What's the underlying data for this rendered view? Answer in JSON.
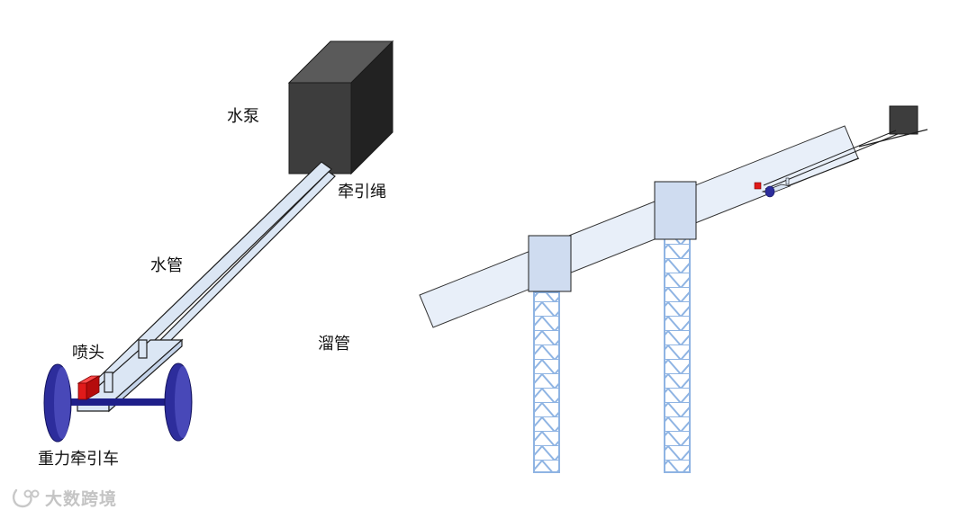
{
  "labels": {
    "pump": "水泵",
    "rope": "牵引绳",
    "pipe": "水管",
    "nozzle": "喷头",
    "chute": "溜管",
    "cart": "重力牵引车"
  },
  "watermark": {
    "text": "大数跨境",
    "icon": "logo-swirl-icon"
  },
  "colors": {
    "pump_front": "#3d3d3d",
    "pump_top": "#5a5a5a",
    "pump_side": "#222222",
    "pipe_fill": "#dbe6f4",
    "outline": "#1f1f1f",
    "wheel": "#2d2d9c",
    "axle": "#1f1f8a",
    "nozzle": "#e01a1a",
    "chute_fill": "#e8eff9",
    "chute_stroke": "#333333",
    "support_box": "#cfdcf0",
    "tower": "#8fb4e3",
    "watermark": "#c4c4c4"
  }
}
